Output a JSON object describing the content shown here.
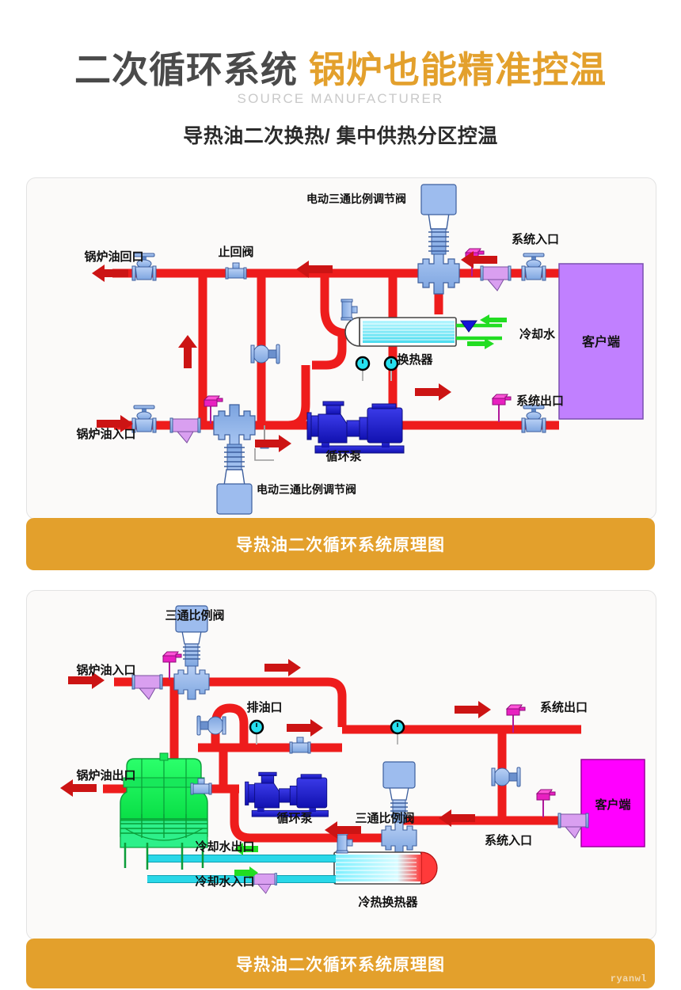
{
  "header": {
    "title_main": "二次循环系统",
    "title_accent": "锅炉也能精准控温",
    "subtitle_en": "SOURCE MANUFACTURER",
    "subtitle_cn": "导热油二次换热/ 集中供热分区控温",
    "color_main": "#4a4a4a",
    "color_accent": "#e3a02c",
    "color_sub_en": "#c9c9c9"
  },
  "palette": {
    "pipe_red": "#ee1c1c",
    "pipe_cyan": "#29d7e8",
    "pipe_green": "#00e040",
    "valve_blue": "#8fb4e8",
    "pump_blue": "#1a1ad0",
    "sensor_magenta": "#e820c0",
    "strainer_purple": "#d99ff0",
    "client_purple": "#c180ff",
    "client_magenta": "#ff00ff",
    "banner_orange": "#e3a02c",
    "arrow_red": "#cc1414"
  },
  "diagram1": {
    "banner": "导热油二次循环系统原理图",
    "labels": {
      "boiler_oil_return": "锅炉油回口",
      "check_valve": "止回阀",
      "three_way_valve_top": "电动三通比例调节阀",
      "three_way_valve_bottom": "电动三通比例调节阀",
      "system_inlet": "系统入口",
      "system_outlet": "系统出口",
      "cooling_water": "冷却水",
      "heat_exchanger": "换热器",
      "client": "客户端",
      "boiler_oil_inlet": "锅炉油入口",
      "circulation_pump": "循环泵"
    }
  },
  "diagram2": {
    "banner": "导热油二次循环系统原理图",
    "labels": {
      "three_way_valve_top": "三通比例阀",
      "three_way_valve_mid": "三通比例阀",
      "boiler_oil_inlet": "锅炉油入口",
      "boiler_oil_outlet": "锅炉油出口",
      "oil_drain": "排油口",
      "system_outlet": "系统出口",
      "system_inlet": "系统入口",
      "client": "客户端",
      "circulation_pump": "循环泵",
      "cold_hot_exchanger": "冷热换热器",
      "cooling_water_outlet": "冷却水出口",
      "cooling_water_inlet": "冷却水入口"
    }
  },
  "watermark": "ryanwl"
}
